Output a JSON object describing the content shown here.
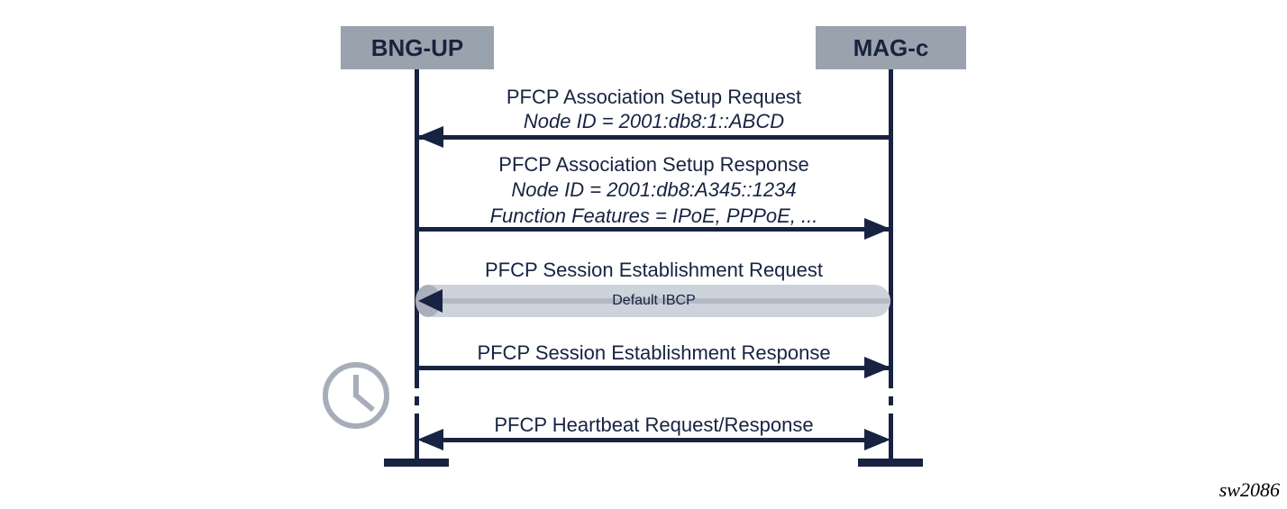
{
  "diagram": {
    "actors": [
      {
        "id": "bng-up",
        "label": "BNG-UP"
      },
      {
        "id": "mag-c",
        "label": "MAG-c"
      }
    ],
    "messages": [
      {
        "title": "PFCP Association Setup Request",
        "params": [
          "Node ID = 2001:db8:1::ABCD"
        ],
        "direction": "to-bng-up"
      },
      {
        "title": "PFCP Association Setup Response",
        "params": [
          "Node ID = 2001:db8:A345::1234",
          "Function Features = IPoE, PPPoE, ..."
        ],
        "direction": "to-mag-c"
      },
      {
        "title": "PFCP Session Establishment Request",
        "params": [],
        "direction": "to-bng-up",
        "tunnel_label": "Default IBCP"
      },
      {
        "title": "PFCP Session Establishment Response",
        "params": [],
        "direction": "to-mag-c"
      },
      {
        "title": "PFCP Heartbeat Request/Response",
        "params": [],
        "direction": "both"
      }
    ],
    "icons": {
      "clock": "clock-icon"
    },
    "watermark": "sw2086",
    "colors": {
      "line_navy": "#172340",
      "actor_box_gray": "#9aa3ad",
      "tube_body": "#cdd3db",
      "tube_stripe": "#b3bac6",
      "tube_cap": "#a9b0bc",
      "clock_gray": "#a7aeb9",
      "background": "#ffffff"
    }
  }
}
